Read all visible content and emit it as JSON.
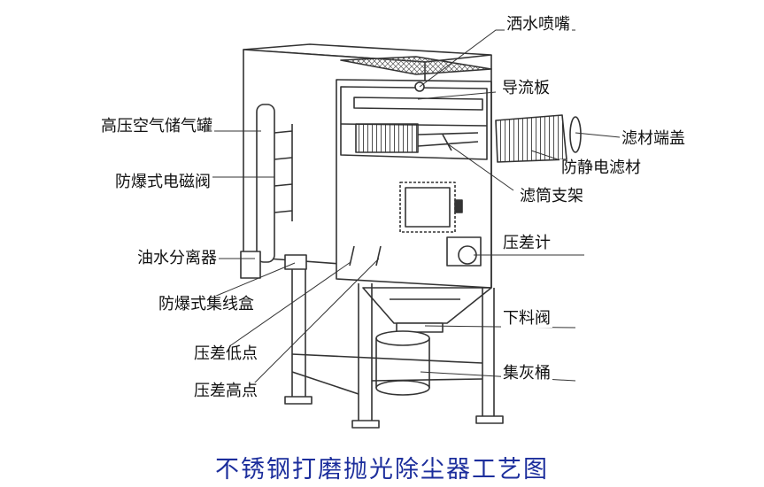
{
  "title": "不锈钢打磨抛光除尘器工艺图",
  "colors": {
    "line": "#333333",
    "title": "#1c2e9c"
  },
  "labels": {
    "spray_nozzle": "洒水喷嘴",
    "baffle": "导流板",
    "air_tank": "高压空气储气罐",
    "filter_cap": "滤材端盖",
    "antistatic_filter": "防静电滤材",
    "solenoid_valve": "防爆式电磁阀",
    "filter_bracket": "滤筒支架",
    "pressure_gauge": "压差计",
    "separator": "油水分离器",
    "junction_box": "防爆式集线盒",
    "discharge_valve": "下料阀",
    "low_point": "压差低点",
    "dust_bucket": "集灰桶",
    "high_point": "压差高点"
  }
}
